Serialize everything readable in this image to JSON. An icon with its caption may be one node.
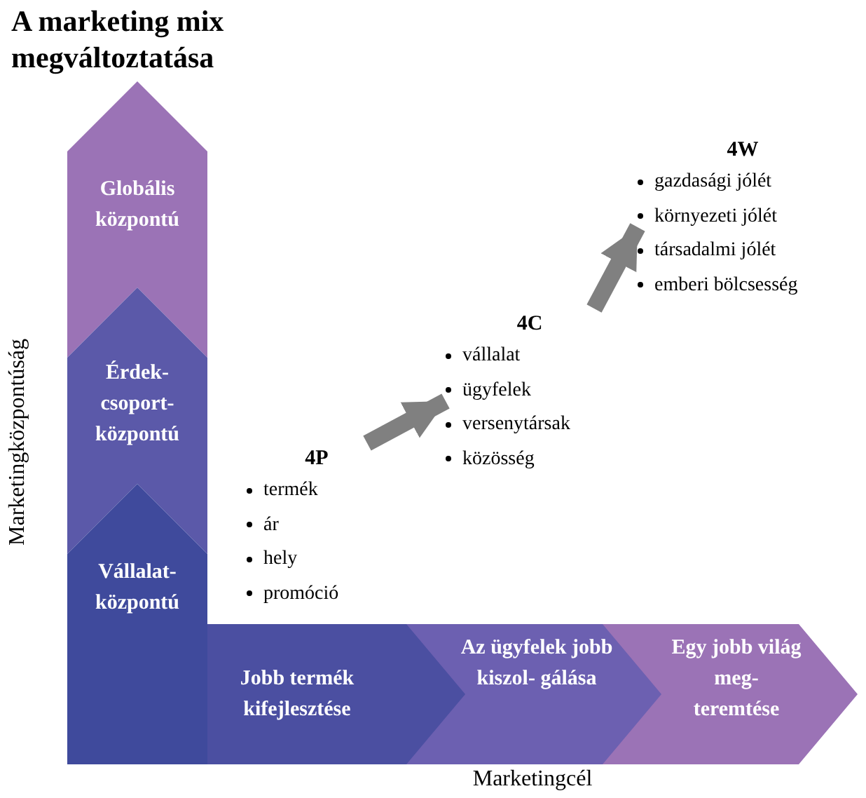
{
  "diagram": {
    "title": "A marketing mix megváltoztatása",
    "nodes": [
      {
        "text": [
          "Globális központú"
        ]
      },
      {
        "text": [
          "Érdek- csoport- központú"
        ]
      },
      {
        "text": [
          "Vállalat- központú"
        ]
      },
      {
        "text": [
          "4P",
          "termék",
          "ár",
          "hely",
          "promóció"
        ]
      },
      {
        "text": [
          "4C",
          "vállalat",
          "ügyfelek",
          "versenytársak",
          "közösség"
        ]
      },
      {
        "text": [
          "4W",
          "gazdasági jólét",
          "környezeti jólét",
          "társadalmi jólét",
          "emberi bölcsesség"
        ]
      },
      {
        "text": [
          "Jobb termék kifejlesztése"
        ]
      },
      {
        "text": [
          "Az ügyfelek jobb kiszol- gálása"
        ]
      },
      {
        "text": [
          "Egy jobb világ meg- teremtése"
        ]
      }
    ],
    "edges": [
      {
        "from": 3,
        "to": 4,
        "arrow": "to"
      },
      {
        "from": 4,
        "to": 5,
        "arrow": "to"
      }
    ],
    "labels": [
      "Marketingközpontúság",
      "Marketingcél"
    ]
  }
}
